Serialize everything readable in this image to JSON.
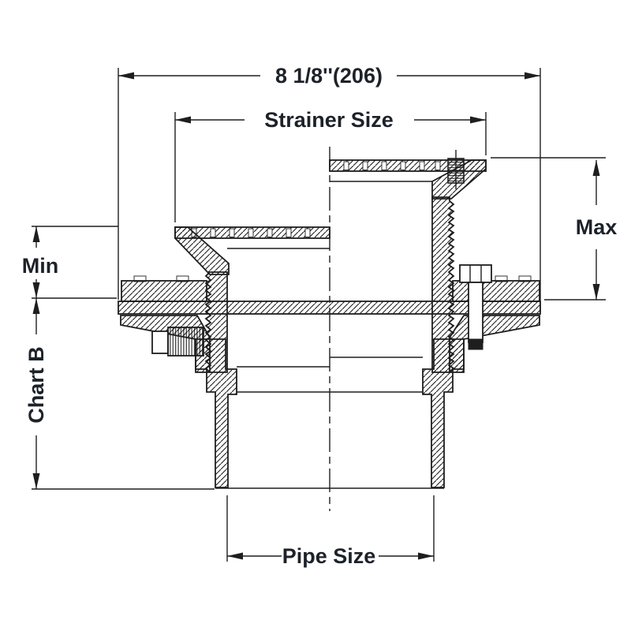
{
  "drawing": {
    "type": "technical-cross-section",
    "subject": "adjustable floor drain with strainer, flange and outlet pipe",
    "background": "#ffffff",
    "line_color": "#1e1e1e",
    "dimensions": {
      "overall_width": "8 1/8''(206)",
      "strainer": "Strainer Size",
      "max": "Max",
      "min": "Min",
      "chart_b": "Chart B",
      "pipe": "Pipe Size"
    }
  }
}
